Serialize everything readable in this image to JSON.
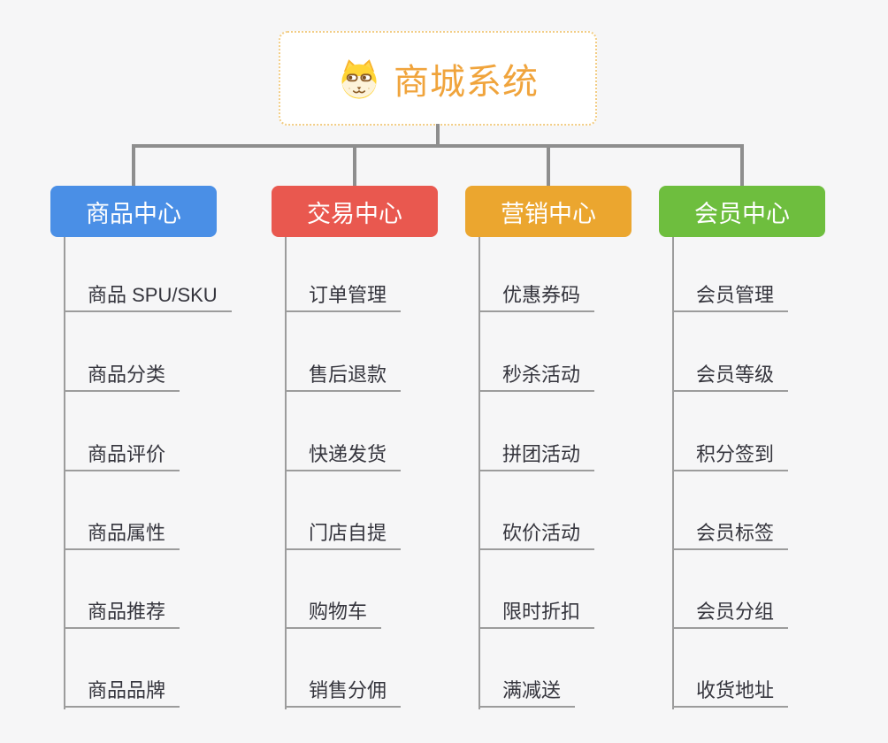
{
  "root": {
    "title": "商城系统",
    "icon": "dog-face-icon",
    "title_color": "#f0a43c",
    "border_color": "#f2cd85"
  },
  "branches": [
    {
      "label": "商品中心",
      "color": "#4a8fe6",
      "items": [
        "商品 SPU/SKU",
        "商品分类",
        "商品评价",
        "商品属性",
        "商品推荐",
        "商品品牌"
      ]
    },
    {
      "label": "交易中心",
      "color": "#e9584f",
      "items": [
        "订单管理",
        "售后退款",
        "快递发货",
        "门店自提",
        "购物车",
        "销售分佣"
      ]
    },
    {
      "label": "营销中心",
      "color": "#ebA62f",
      "items": [
        "优惠券码",
        "秒杀活动",
        "拼团活动",
        "砍价活动",
        "限时折扣",
        "满减送"
      ]
    },
    {
      "label": "会员中心",
      "color": "#6ebe3e",
      "items": [
        "会员管理",
        "会员等级",
        "积分签到",
        "会员标签",
        "会员分组",
        "收货地址"
      ]
    }
  ],
  "connector_color": "#8e8e8e"
}
